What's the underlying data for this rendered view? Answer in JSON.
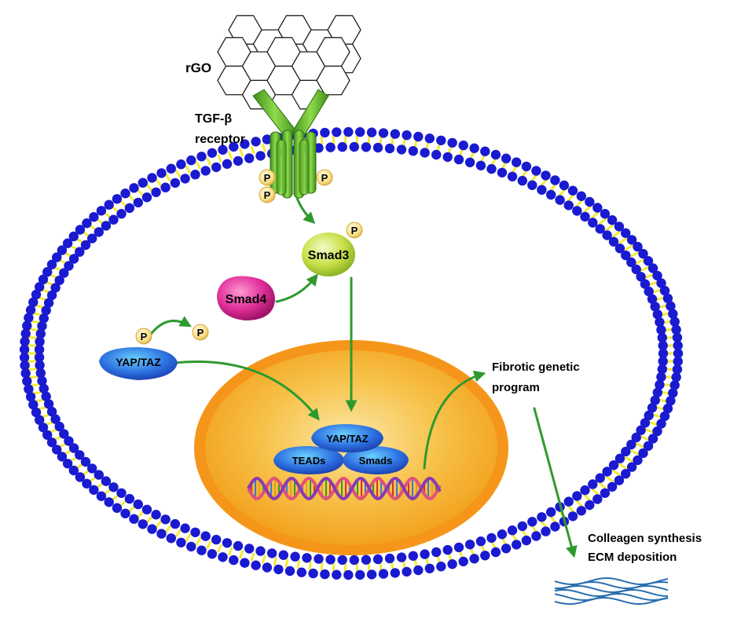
{
  "labels": {
    "rgo": "rGO",
    "receptor_line1": "TGF-β",
    "receptor_line2": "receptor",
    "fibrotic_line1": "Fibrotic genetic",
    "fibrotic_line2": "program",
    "collagen_line1": "Colleagen synthesis",
    "collagen_line2": "ECM deposition"
  },
  "molecules": {
    "smad3": "Smad3",
    "smad4": "Smad4",
    "yaptaz_cyto": "YAP/TAZ",
    "yaptaz_nuc": "YAP/TAZ",
    "teads": "TEADs",
    "smads": "Smads",
    "phospho": "P"
  },
  "colors": {
    "membrane_head": "#1a1ad0",
    "membrane_tail": "#f2ea3a",
    "receptor": "#5cb82a",
    "nucleus_outer": "#f59a1c",
    "nucleus_inner": "#f7c95a",
    "arrow": "#2e9a2e",
    "smad3": "#c4e24a",
    "smad4": "#d9208e",
    "protein_blue": "#2a5fd6",
    "phospho": "#fbe79a",
    "collagen": "#2a6fb0"
  }
}
